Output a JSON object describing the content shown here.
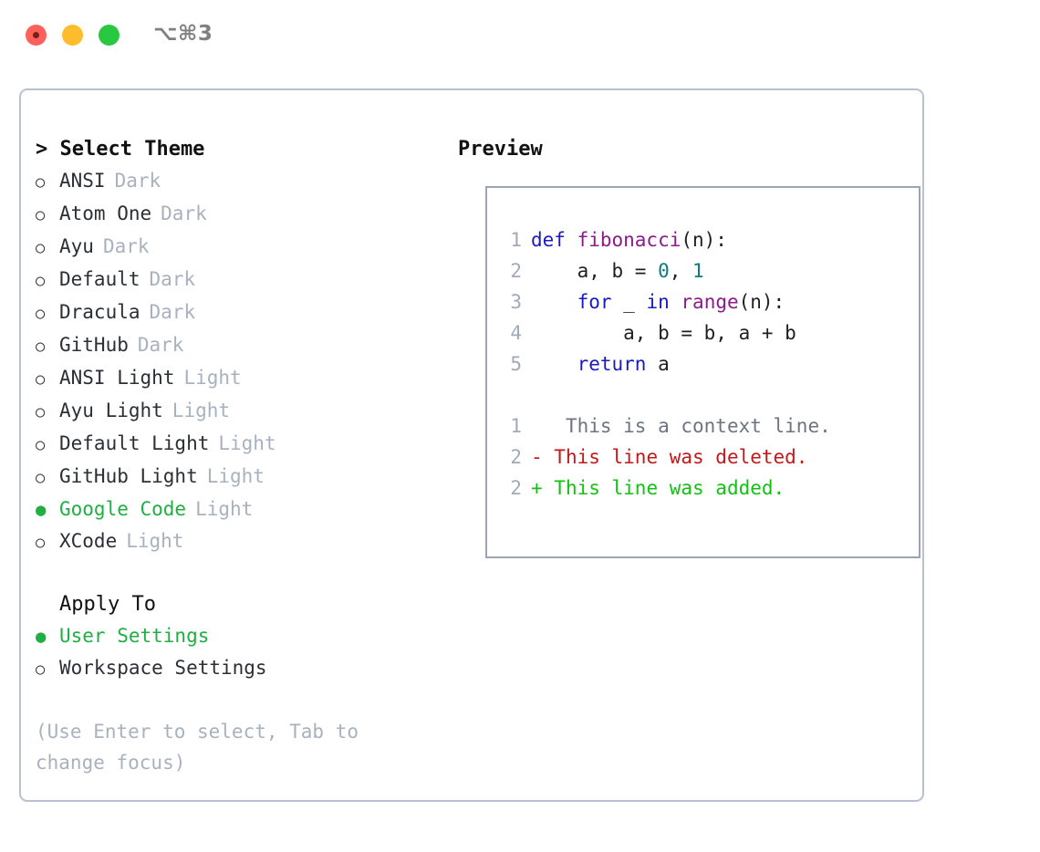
{
  "titlebar": {
    "shortcut": "⌥⌘3",
    "buttons": [
      {
        "name": "close",
        "color": "#ff6059"
      },
      {
        "name": "minimize",
        "color": "#ffbd2e"
      },
      {
        "name": "maximize",
        "color": "#28c840"
      }
    ]
  },
  "theme_picker": {
    "header": "> Select Theme",
    "bullet_selected": "●",
    "bullet_unselected": "○",
    "items": [
      {
        "label": "ANSI",
        "variant": "Dark",
        "selected": false
      },
      {
        "label": "Atom One",
        "variant": "Dark",
        "selected": false
      },
      {
        "label": "Ayu",
        "variant": "Dark",
        "selected": false
      },
      {
        "label": "Default",
        "variant": "Dark",
        "selected": false
      },
      {
        "label": "Dracula",
        "variant": "Dark",
        "selected": false
      },
      {
        "label": "GitHub",
        "variant": "Dark",
        "selected": false
      },
      {
        "label": "ANSI Light",
        "variant": "Light",
        "selected": false
      },
      {
        "label": "Ayu Light",
        "variant": "Light",
        "selected": false
      },
      {
        "label": "Default Light",
        "variant": "Light",
        "selected": false
      },
      {
        "label": "GitHub Light",
        "variant": "Light",
        "selected": false
      },
      {
        "label": "Google Code",
        "variant": "Light",
        "selected": true
      },
      {
        "label": "XCode",
        "variant": "Light",
        "selected": false
      }
    ]
  },
  "apply_to": {
    "header": "Apply To",
    "items": [
      {
        "label": "User Settings",
        "selected": true
      },
      {
        "label": "Workspace Settings",
        "selected": false
      }
    ]
  },
  "hint": "(Use Enter to select, Tab to\nchange focus)",
  "preview": {
    "header": "Preview",
    "code_lines": [
      {
        "no": "1",
        "tokens": [
          {
            "t": "def ",
            "c": "kw"
          },
          {
            "t": "fibonacci",
            "c": "fn"
          },
          {
            "t": "(n):",
            "c": "punc"
          }
        ]
      },
      {
        "no": "2",
        "tokens": [
          {
            "t": "    a, b = ",
            "c": "id"
          },
          {
            "t": "0",
            "c": "num"
          },
          {
            "t": ", ",
            "c": "id"
          },
          {
            "t": "1",
            "c": "num"
          }
        ]
      },
      {
        "no": "3",
        "tokens": [
          {
            "t": "    ",
            "c": "id"
          },
          {
            "t": "for",
            "c": "kw"
          },
          {
            "t": " _ ",
            "c": "id"
          },
          {
            "t": "in",
            "c": "kw"
          },
          {
            "t": " ",
            "c": "id"
          },
          {
            "t": "range",
            "c": "fn"
          },
          {
            "t": "(n):",
            "c": "punc"
          }
        ]
      },
      {
        "no": "4",
        "tokens": [
          {
            "t": "        a, b = b, a + b",
            "c": "id"
          }
        ]
      },
      {
        "no": "5",
        "tokens": [
          {
            "t": "    ",
            "c": "id"
          },
          {
            "t": "return",
            "c": "kw"
          },
          {
            "t": " a",
            "c": "id"
          }
        ]
      }
    ],
    "diff_lines": [
      {
        "no": "1",
        "marker": " ",
        "text": "  This is a context line.",
        "kind": "ctx"
      },
      {
        "no": "2",
        "marker": "-",
        "text": " This line was deleted.",
        "kind": "del"
      },
      {
        "no": "2",
        "marker": "+",
        "text": " This line was added.",
        "kind": "add"
      }
    ]
  },
  "colors": {
    "accent_green": "#1faf42",
    "muted": "#a8b2bf",
    "keyword": "#1a1ac2",
    "function": "#8c1a8c",
    "number": "#0f7b7b",
    "diff_delete": "#c21a1a",
    "diff_add": "#12c212",
    "panel_border": "#b8c1cf",
    "preview_border": "#9aa5b5"
  }
}
